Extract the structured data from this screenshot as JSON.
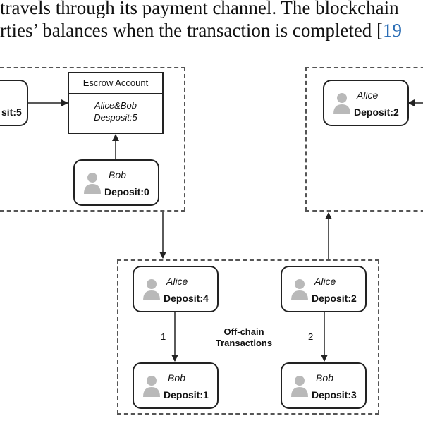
{
  "text": {
    "line1": "travels through its payment channel. The blockchain",
    "line2_main": "rties’ balances when the transaction is completed [",
    "line2_cite": "19"
  },
  "nodes": {
    "left_partial_deposit": "sit:5",
    "escrow_title": "Escrow Account",
    "escrow_line1": "Alice&Bob",
    "escrow_line2": "Desposit:5",
    "bob_top_name": "Bob",
    "bob_top_deposit": "Deposit:0",
    "alice_right_name": "Alice",
    "alice_right_deposit": "Deposit:2",
    "alice_tx1_name": "Alice",
    "alice_tx1_deposit": "Deposit:4",
    "alice_tx2_name": "Alice",
    "alice_tx2_deposit": "Deposit:2",
    "bob_tx1_name": "Bob",
    "bob_tx1_deposit": "Deposit:1",
    "bob_tx2_name": "Bob",
    "bob_tx2_deposit": "Deposit:3"
  },
  "labels": {
    "step1": "1",
    "step2": "2",
    "offchain_line1": "Off-chain",
    "offchain_line2": "Transactions"
  },
  "colors": {
    "person_icon": "#b9b9b9",
    "citation": "#2a6db5"
  }
}
